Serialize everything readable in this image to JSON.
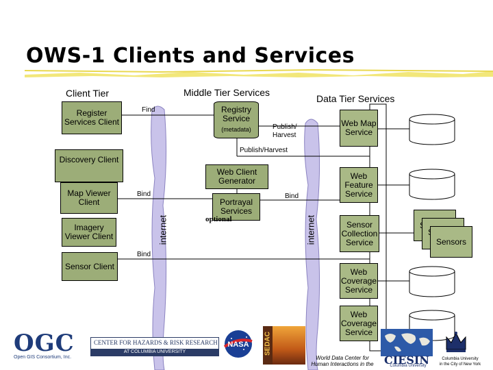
{
  "title": "OWS-1 Clients and Services",
  "headers": {
    "client_tier": "Client Tier",
    "middle_tier": "Middle Tier Services",
    "data_tier": "Data Tier Services"
  },
  "clients": {
    "register": "Register Services Client",
    "discovery": "Discovery Client",
    "map_viewer": "Map Viewer Client",
    "imagery": "Imagery Viewer Client",
    "sensor": "Sensor Client"
  },
  "middle": {
    "registry": "Registry Service",
    "registry_sub": "(metadata)",
    "wcg": "Web Client Generator",
    "portrayal": "Portrayal Services",
    "optional": "optional"
  },
  "data_services": {
    "wms": "Web Map Service",
    "wfs": "Web Feature Service",
    "sensor_collection": "Sensor Collection Service",
    "wcs1": "Web Coverage Service",
    "wcs2": "Web Coverage Service",
    "sensors": "Sensors",
    "sensor_stack_1": "S",
    "sensor_stack_2": "S"
  },
  "connectors": {
    "find": "Find",
    "bind_top": "Bind",
    "bind_bottom": "Bind",
    "bind_right": "Bind",
    "publish_harvest_right": "Publish/ Harvest",
    "publish_harvest_mid": "Publish/Harvest",
    "internet_left": "internet",
    "internet_right": "internet"
  },
  "logos": {
    "ogc": "OGC",
    "ogc_sub": "Open GIS Consortium, Inc.",
    "chrr_1": "CENTER FOR HAZARDS & RISK RESEARCH",
    "chrr_2": "AT COLUMBIA UNIVERSITY",
    "nasa": "NASA",
    "sedac": "SEDAC",
    "wdc": "World Data Center for Human Interactions in the",
    "ciesin": "CIESIN",
    "ciesin_sub": "Columbia University",
    "columbia_1": "Columbia University",
    "columbia_2": "in the City of New York"
  }
}
